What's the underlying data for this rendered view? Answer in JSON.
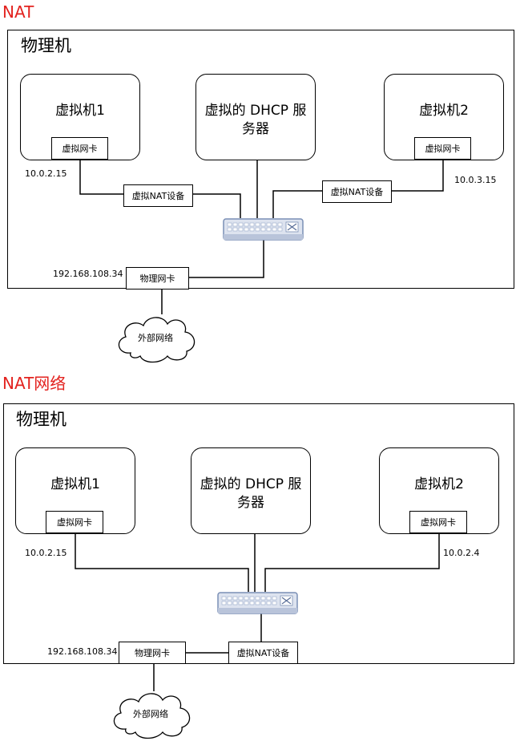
{
  "sections": [
    {
      "title": "NAT",
      "host_label": "物理机",
      "vm1": {
        "label": "虚拟机1",
        "nic": "虚拟网卡",
        "ip": "10.0.2.15"
      },
      "dhcp": {
        "label_line1": "虚拟的 DHCP 服",
        "label_line2": "务器"
      },
      "vm2": {
        "label": "虚拟机2",
        "nic": "虚拟网卡",
        "ip": "10.0.3.15"
      },
      "nat_left": "虚拟NAT设备",
      "nat_right": "虚拟NAT设备",
      "physical_nic": "物理网卡",
      "physical_ip": "192.168.108.34",
      "external": "外部网络"
    },
    {
      "title": "NAT网络",
      "host_label": "物理机",
      "vm1": {
        "label": "虚拟机1",
        "nic": "虚拟网卡",
        "ip": "10.0.2.15"
      },
      "dhcp": {
        "label_line1": "虚拟的 DHCP 服",
        "label_line2": "务器"
      },
      "vm2": {
        "label": "虚拟机2",
        "nic": "虚拟网卡",
        "ip": "10.0.2.4"
      },
      "nat": "虚拟NAT设备",
      "physical_nic": "物理网卡",
      "physical_ip": "192.168.108.34",
      "external": "外部网络"
    }
  ],
  "icons": {
    "switch": "network-switch-icon",
    "cloud": "cloud-icon"
  },
  "colors": {
    "title": "#e3231f",
    "switch_fill": "#dde3ef",
    "switch_stroke": "#7a8fb5"
  }
}
